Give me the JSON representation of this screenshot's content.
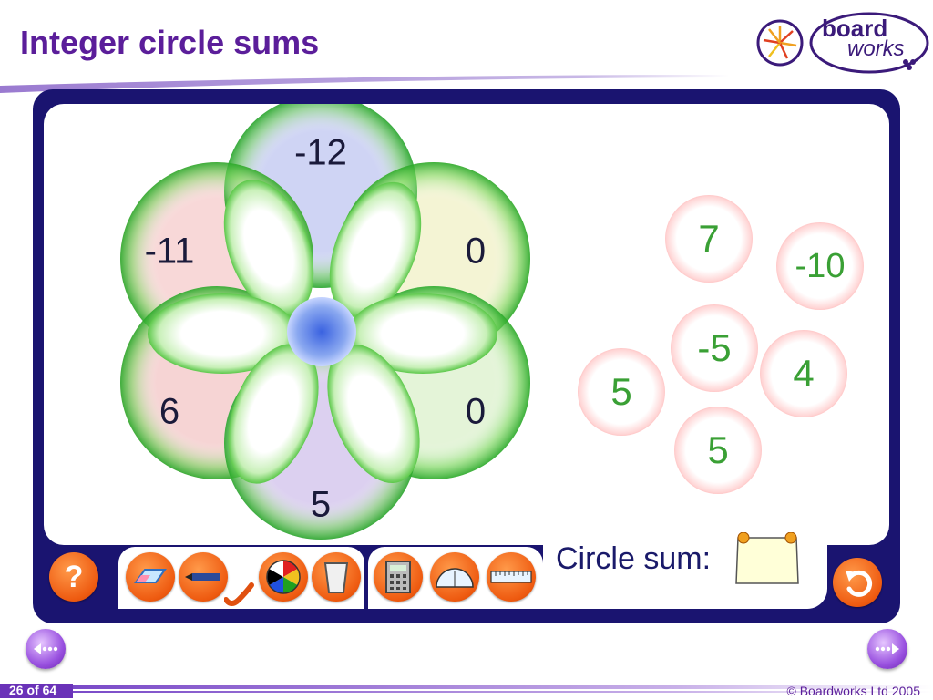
{
  "header": {
    "title": "Integer circle sums"
  },
  "logo": {
    "line1": "board",
    "line2": "works"
  },
  "flower": {
    "circle_values": [
      {
        "name": "top",
        "value": "-12"
      },
      {
        "name": "upper-left",
        "value": "-11"
      },
      {
        "name": "upper-right",
        "value": "0"
      },
      {
        "name": "lower-left",
        "value": "6"
      },
      {
        "name": "lower-right",
        "value": "0"
      },
      {
        "name": "bottom",
        "value": "5"
      }
    ]
  },
  "bubbles": [
    {
      "value": "7"
    },
    {
      "value": "-10"
    },
    {
      "value": "-5"
    },
    {
      "value": "5"
    },
    {
      "value": "4"
    },
    {
      "value": "5"
    }
  ],
  "toolbar": {
    "help_label": "?",
    "sum_label": "Circle sum:"
  },
  "footer": {
    "page": "26 of 64",
    "copyright": "© Boardworks Ltd 2005"
  },
  "colors": {
    "title": "#5b1e9a",
    "frame": "#1a1470",
    "bubble_ring": "#e83030",
    "tool_button": "#ee5a10",
    "nav_button": "#9a52e0"
  },
  "icons": [
    "eraser-icon",
    "pen-icon",
    "color-wheel-icon",
    "bin-icon",
    "calculator-icon",
    "protractor-icon",
    "ruler-icon",
    "reset-icon",
    "prev-icon",
    "next-icon"
  ]
}
